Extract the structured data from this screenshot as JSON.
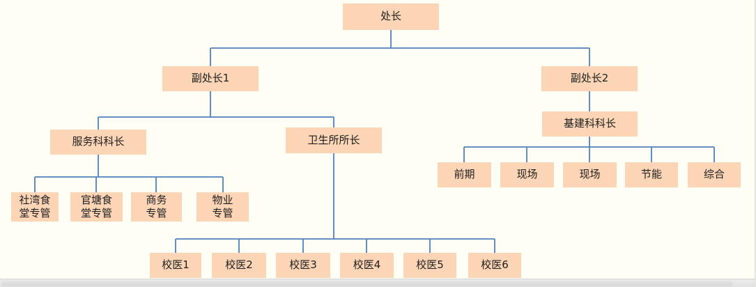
{
  "colors": {
    "node_fill": "#fbd5b5",
    "connector_line": "#4f81bd",
    "canvas_background": "#fefef5",
    "text": "#1e1e1e"
  },
  "nodes": {
    "director": {
      "label": "处长"
    },
    "deputy1": {
      "label": "副处长1"
    },
    "deputy2": {
      "label": "副处长2"
    },
    "service_chief": {
      "label": "服务科科长"
    },
    "clinic_head": {
      "label": "卫生所所长"
    },
    "infra_chief": {
      "label": "基建科科长"
    },
    "shewan_canteen": {
      "label": "社湾食\n堂专管"
    },
    "guantang_canteen": {
      "label": "官塘食\n堂专管"
    },
    "business": {
      "label": "商务\n专管"
    },
    "property": {
      "label": "物业\n专管"
    },
    "early_stage": {
      "label": "前期"
    },
    "site1": {
      "label": "现场"
    },
    "site2": {
      "label": "现场"
    },
    "energy_saving": {
      "label": "节能"
    },
    "general": {
      "label": "综合"
    },
    "doctor1": {
      "label": "校医1"
    },
    "doctor2": {
      "label": "校医2"
    },
    "doctor3": {
      "label": "校医3"
    },
    "doctor4": {
      "label": "校医4"
    },
    "doctor5": {
      "label": "校医5"
    },
    "doctor6": {
      "label": "校医6"
    }
  },
  "hierarchy": {
    "director": [
      "deputy1",
      "deputy2"
    ],
    "deputy1": [
      "service_chief",
      "clinic_head"
    ],
    "deputy2": [
      "infra_chief"
    ],
    "service_chief": [
      "shewan_canteen",
      "guantang_canteen",
      "business",
      "property"
    ],
    "clinic_head": [
      "doctor1",
      "doctor2",
      "doctor3",
      "doctor4",
      "doctor5",
      "doctor6"
    ],
    "infra_chief": [
      "early_stage",
      "site1",
      "site2",
      "energy_saving",
      "general"
    ]
  }
}
